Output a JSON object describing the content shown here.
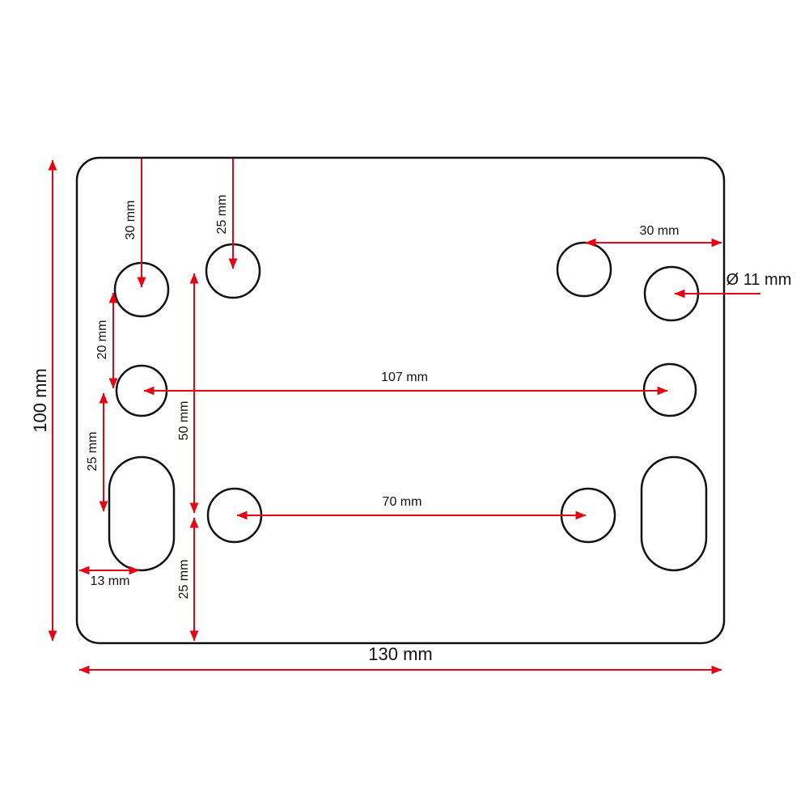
{
  "drawing": {
    "overall_width": "130 mm",
    "overall_height": "100 mm",
    "hole_diameter": "Ø 11 mm",
    "dims": {
      "d30_top_left": "30 mm",
      "d25_top_second": "25 mm",
      "d30_top_right": "30 mm",
      "d20_left": "20 mm",
      "d25_left": "25 mm",
      "d107_center": "107 mm",
      "d50_mid": "50 mm",
      "d25_bottom": "25 mm",
      "d70_lower": "70 mm",
      "d13_bottom_left": "13 mm"
    },
    "colors": {
      "dimension_line": "#e30613",
      "outline": "#111111",
      "text": "#111111",
      "background": "#ffffff"
    }
  }
}
